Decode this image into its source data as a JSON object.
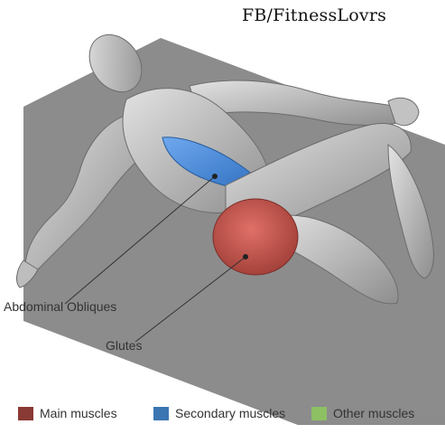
{
  "watermark": "FB/FitnessLovrs",
  "labels": {
    "obliques": "Abdominal Obliques",
    "glutes": "Glutes"
  },
  "legend": [
    {
      "label": "Main muscles",
      "color": "#8a3a34"
    },
    {
      "label": "Secondary muscles",
      "color": "#3c76b2"
    },
    {
      "label": "Other muscles",
      "color": "#8cc063"
    }
  ],
  "colors": {
    "mat": "#8c8c8c",
    "body": "#c9c9c9",
    "body_shadow": "#9a9a9a",
    "main_highlight": "#c7544a",
    "secondary_highlight": "#3f86d6"
  }
}
